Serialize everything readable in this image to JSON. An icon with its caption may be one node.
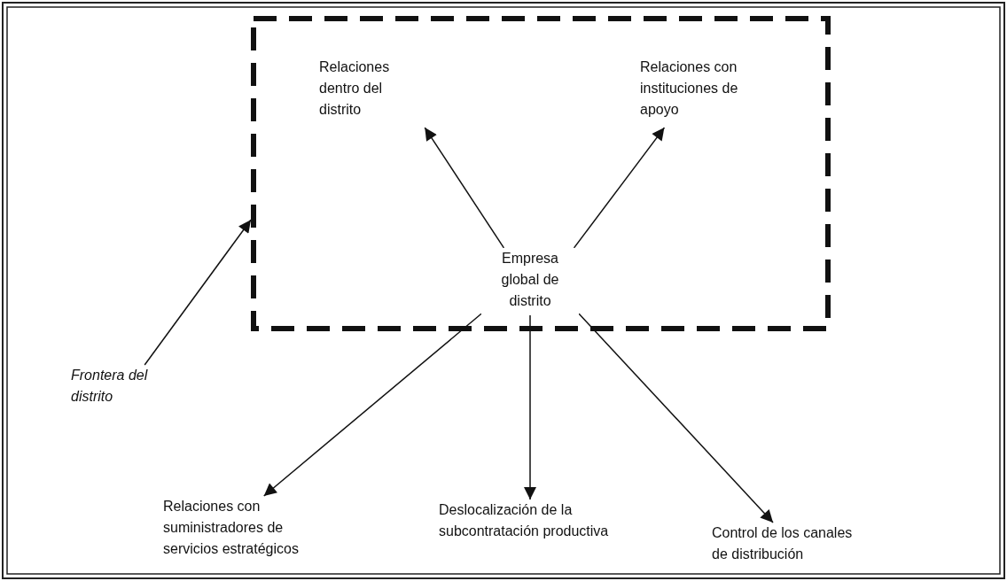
{
  "diagram": {
    "nodes": [
      {
        "text": [],
        "shape": "box"
      },
      {
        "text": [
          "Relaciones dentro del distrito"
        ],
        "in": 0
      },
      {
        "text": [
          "Relaciones con instituciones de apoyo"
        ],
        "in": 0
      },
      {
        "text": [
          "Empresa global de distrito"
        ],
        "in": 0
      },
      {
        "text": [
          "Frontera del distrito"
        ]
      },
      {
        "text": [
          "Relaciones con suministradores de servicios estratégicos"
        ]
      },
      {
        "text": [
          "Deslocalización de la subcontratación productiva"
        ]
      },
      {
        "text": [
          "Control de los canales de distribución"
        ]
      }
    ],
    "edges": [
      {
        "from": 3,
        "to": 1,
        "arrow": "to"
      },
      {
        "from": 3,
        "to": 2,
        "arrow": "to"
      },
      {
        "from": 4,
        "to": 0,
        "arrow": "to"
      },
      {
        "from": 3,
        "to": 5,
        "arrow": "to"
      },
      {
        "from": 3,
        "to": 6,
        "arrow": "to"
      },
      {
        "from": 3,
        "to": 7,
        "arrow": "to"
      }
    ]
  }
}
